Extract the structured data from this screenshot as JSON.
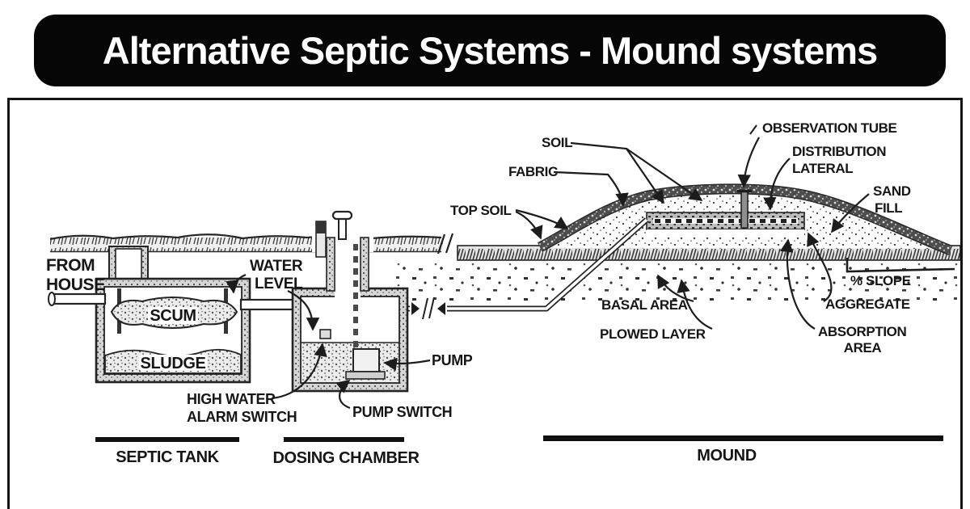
{
  "colors": {
    "paper": "#ffffff",
    "ink": "#1c1c1c",
    "title_bg": "#060606",
    "title_fg": "#ffffff"
  },
  "title": {
    "text": "Alternative Septic Systems - Mound systems"
  },
  "diagram": {
    "labels": {
      "from_house_1": "FROM",
      "from_house_2": "HOUSE",
      "water_level_1": "WATER",
      "water_level_2": "LEVEL",
      "scum": "SCUM",
      "sludge": "SLUDGE",
      "high_water_1": "HIGH WATER",
      "high_water_2": "ALARM SWITCH",
      "pump": "PUMP",
      "pump_switch": "PUMP SWITCH",
      "top_soil": "TOP SOIL",
      "soil": "SOIL",
      "fabric": "FABRIC",
      "observation_tube": "OBSERVATION TUBE",
      "distribution_1": "DISTRIBUTION",
      "distribution_2": "LATERAL",
      "sand_fill_1": "SAND",
      "sand_fill_2": "FILL",
      "percent_slope": "% SLOPE",
      "basal_area": "BASAL AREA",
      "plowed_layer": "PLOWED LAYER",
      "aggregate": "AGGREGATE",
      "absorption_1": "ABSORPTION",
      "absorption_2": "AREA"
    },
    "sections": {
      "septic_tank": "SEPTIC TANK",
      "dosing_chamber": "DOSING CHAMBER",
      "mound": "MOUND"
    }
  }
}
